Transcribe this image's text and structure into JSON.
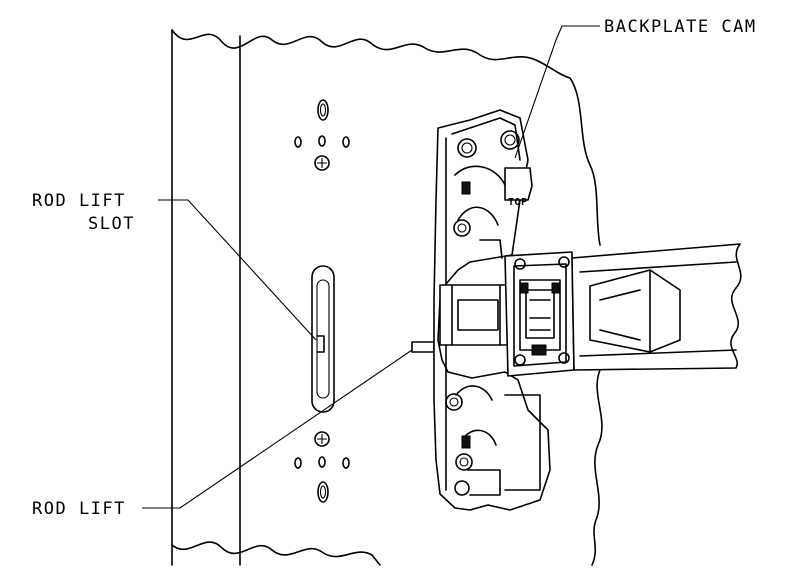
{
  "labels": {
    "backplate_cam": "BACKPLATE CAM",
    "rod_lift_slot_line1": "ROD LIFT",
    "rod_lift_slot_line2": "SLOT",
    "rod_lift": "ROD LIFT",
    "top_mark": "TOP"
  }
}
